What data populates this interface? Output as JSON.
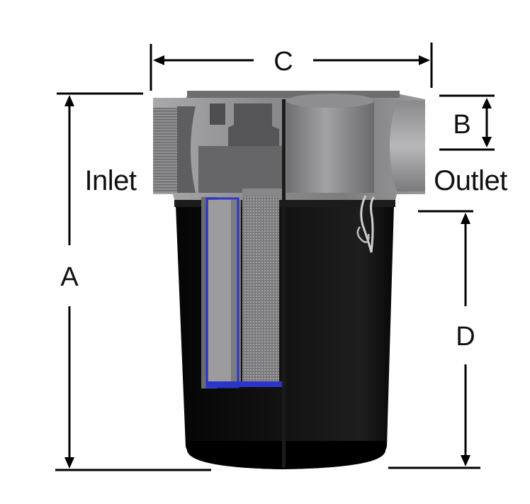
{
  "labels": {
    "dim_a": "A",
    "dim_b": "B",
    "dim_c": "C",
    "dim_d": "D",
    "inlet": "Inlet",
    "outlet": "Outlet"
  },
  "colors": {
    "canister_black": "#0b0b0b",
    "head_gray": "#8e8e90",
    "element_seal_blue": "#2c35c9",
    "dimension_line": "#000000"
  }
}
